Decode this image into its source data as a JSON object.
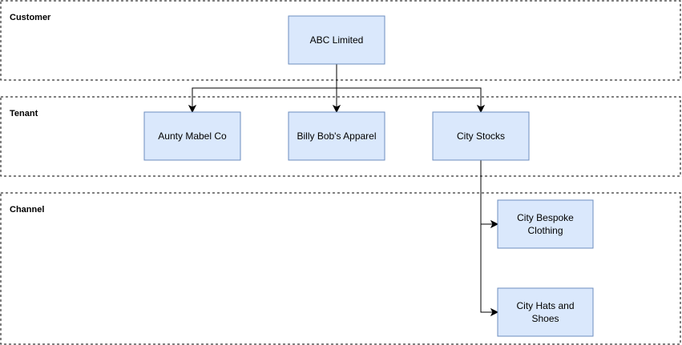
{
  "colors": {
    "node_fill": "#dae8fc",
    "node_stroke": "#6c8ebf",
    "line": "#000000"
  },
  "lanes": [
    {
      "id": "customer",
      "label": "Customer"
    },
    {
      "id": "tenant",
      "label": "Tenant"
    },
    {
      "id": "channel",
      "label": "Channel"
    }
  ],
  "nodes": [
    {
      "id": "abc",
      "label": "ABC Limited",
      "lane": "customer"
    },
    {
      "id": "aunty",
      "label": "Aunty Mabel Co",
      "lane": "tenant"
    },
    {
      "id": "billy",
      "label": "Billy Bob's Apparel",
      "lane": "tenant"
    },
    {
      "id": "city",
      "label": "City Stocks",
      "lane": "tenant"
    },
    {
      "id": "bespoke",
      "label": "City Bespoke Clothing",
      "lane": "channel"
    },
    {
      "id": "hats",
      "label": "City Hats and Shoes",
      "lane": "channel"
    }
  ],
  "edges": [
    {
      "from": "abc",
      "to": "aunty"
    },
    {
      "from": "abc",
      "to": "billy"
    },
    {
      "from": "abc",
      "to": "city"
    },
    {
      "from": "city",
      "to": "bespoke"
    },
    {
      "from": "city",
      "to": "hats"
    }
  ]
}
